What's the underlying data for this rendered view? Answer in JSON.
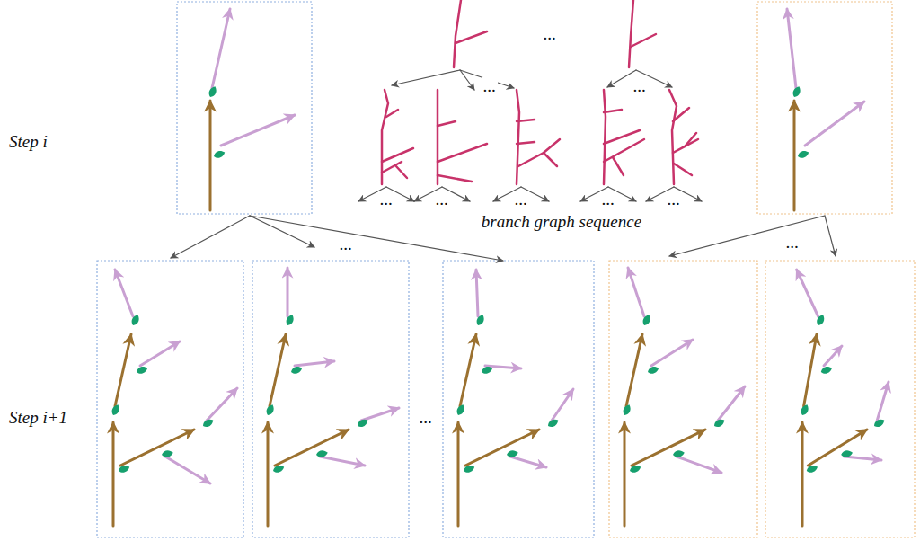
{
  "diagram": {
    "labels": [
      "...",
      "...",
      "...",
      "Step i",
      "...",
      "...",
      "...",
      "...",
      "...",
      "branch graph sequence",
      "...",
      "...",
      "Step i+1",
      "..."
    ]
  }
}
